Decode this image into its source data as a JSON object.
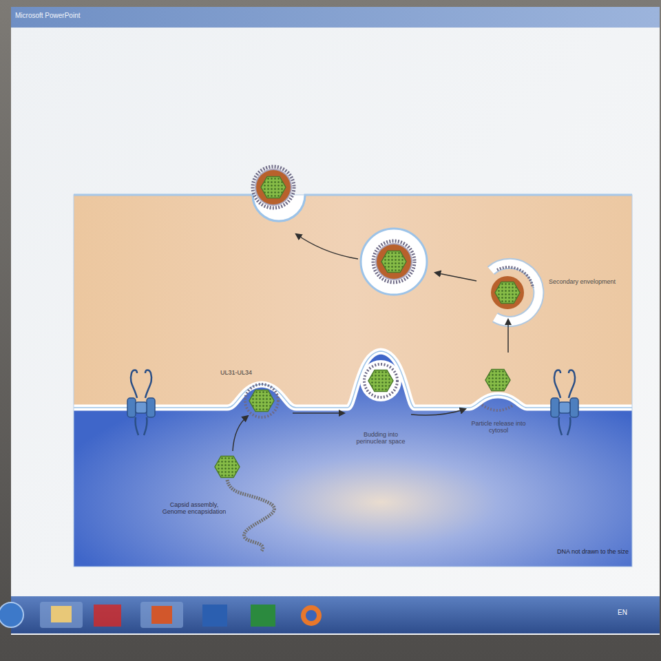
{
  "diagram": {
    "labels": [
      "Microsoft PowerPoint",
      "UL31-UL34",
      "Secondary envelopment",
      "Budding into perinuclear space",
      "Particle release into cytosol",
      "Capsid assembly, Genome encapsidation",
      "DNA not drawn to the size",
      "EN"
    ]
  }
}
